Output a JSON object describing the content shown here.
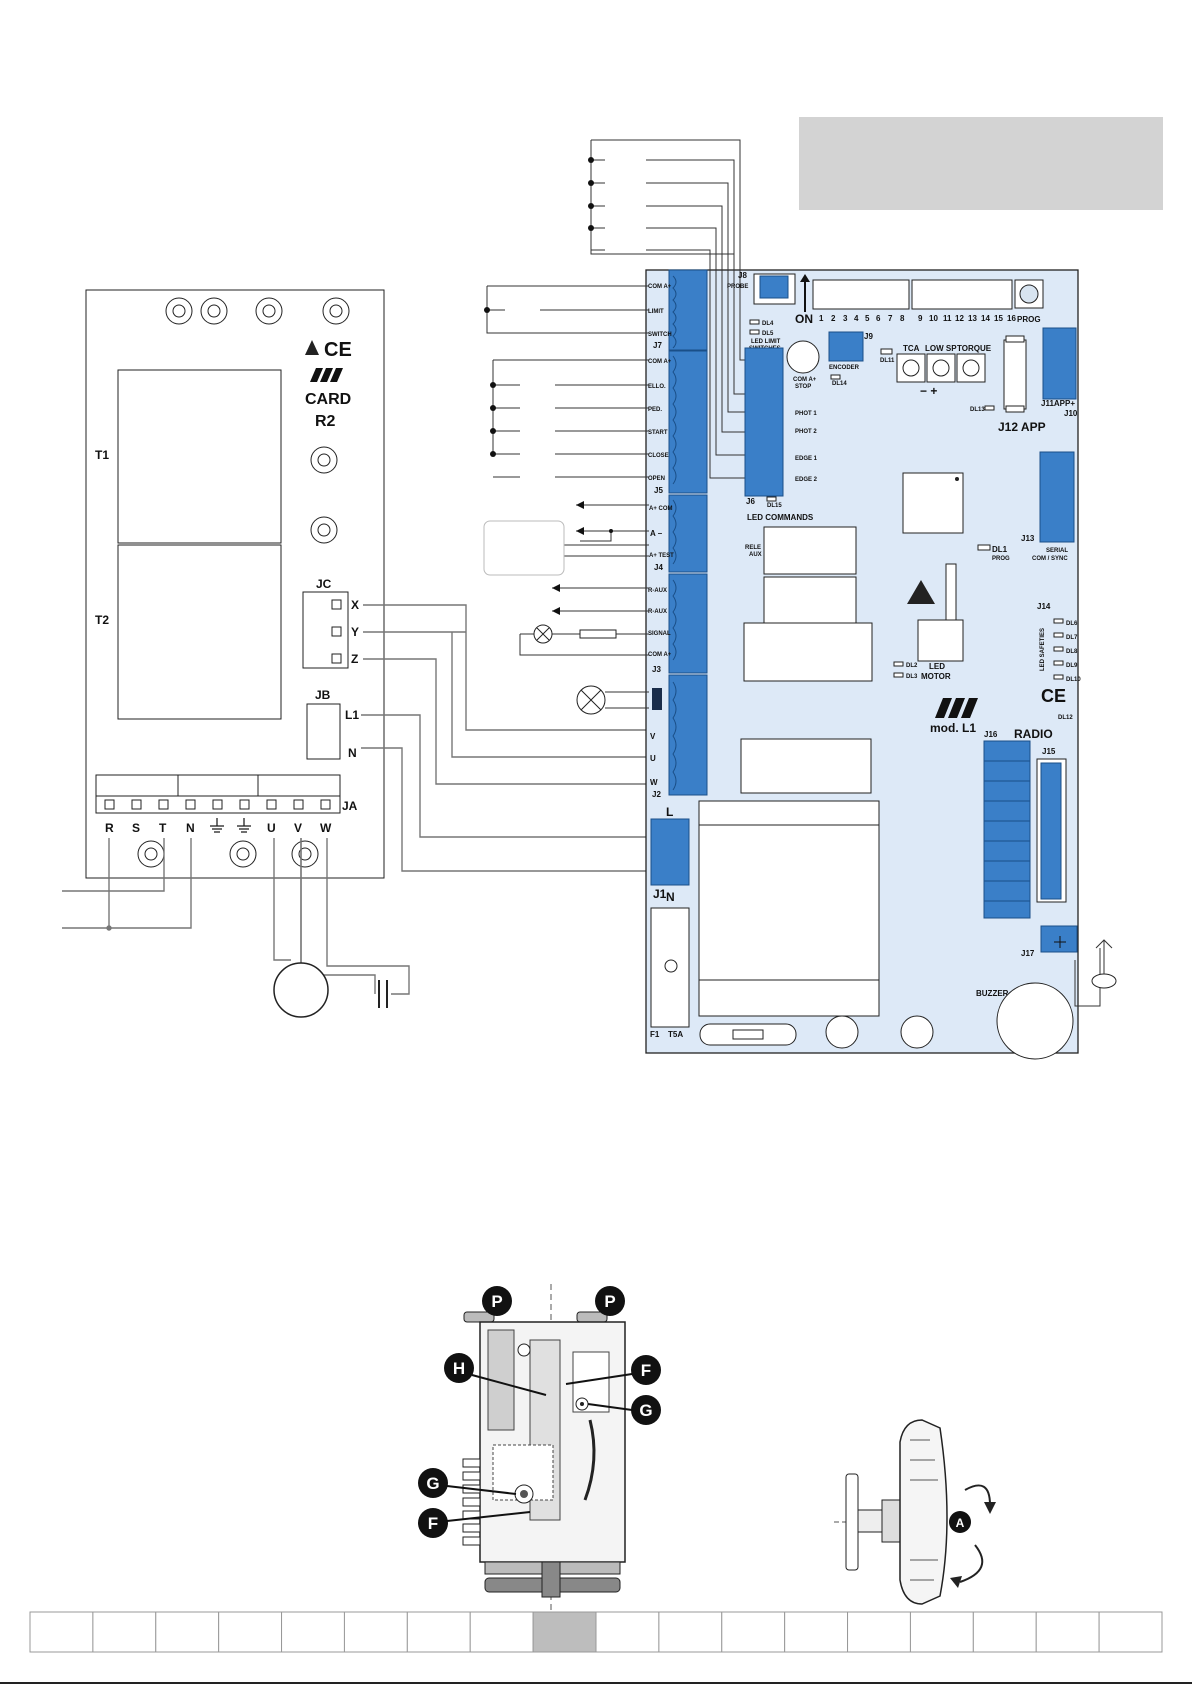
{
  "header_box": {
    "color": "#d3d3d3"
  },
  "card": {
    "title_line1": "CARD",
    "title_line2": "R2",
    "t1": "T1",
    "t2": "T2",
    "jc": "JC",
    "jb": "JB",
    "ja": "JA",
    "jc_pins": [
      "X",
      "Y",
      "Z"
    ],
    "jb_pins": [
      "L1",
      "N"
    ],
    "ja_pins": [
      "R",
      "S",
      "T",
      "N",
      "",
      "",
      "U",
      "V",
      "W"
    ]
  },
  "board": {
    "color": "#dde9f7",
    "terminal_color": "#3a7fc8",
    "model": "mod. L1",
    "j8": "J8",
    "probe": "PROBE",
    "on": "ON",
    "dip": [
      "1",
      "2",
      "3",
      "4",
      "5",
      "6",
      "7",
      "8",
      "9",
      "10",
      "11",
      "12",
      "13",
      "14",
      "15",
      "16"
    ],
    "prog": "PROG",
    "j9": "J9",
    "encoder": "ENCODER",
    "pots": [
      "TCA",
      "LOW SP",
      "TORQUE"
    ],
    "pot_sign": "−       +",
    "j10": "J10",
    "j11": "J11APP+",
    "j12": "J12 APP",
    "j13": "J13",
    "serial": "SERIAL",
    "comsync": "COM / SYNC",
    "j14": "J14",
    "led_safeties": "LED SAFETIES",
    "dl_safeties": [
      "DL6",
      "DL7",
      "DL8",
      "DL9",
      "DL10"
    ],
    "dl1": "DL1",
    "dl1_sub": "PROG",
    "dl11": "DL11",
    "dl12": "DL12",
    "dl13": "DL13",
    "dl14": "DL14",
    "dl15": "DL15",
    "dl4": "DL4",
    "dl5": "DL5",
    "dl2": "DL2",
    "dl3": "DL3",
    "led_limit": "LED LIMIT",
    "switches": "SWITCHES",
    "com_stop": "COM A+",
    "stop": "STOP",
    "j6_labels": [
      "PHOT 1",
      "PHOT 2",
      "EDGE 1",
      "EDGE 2"
    ],
    "j6": "J6",
    "led_commands": "LED COMMANDS",
    "rele": "RELE",
    "aux": "AUX",
    "led_motor_1": "LED",
    "led_motor_2": "MOTOR",
    "radio": "RADIO",
    "j15": "J15",
    "j16": "J16",
    "j17": "J17",
    "buzzer": "BUZZER",
    "l": "L",
    "n": "N",
    "j1": "J1",
    "f1": "F1",
    "t5a": "T5A",
    "j7": "J7",
    "j7_labels": [
      "COM A+",
      "LIMIT",
      "SWITCH"
    ],
    "j5": "J5",
    "j5_labels": [
      "COM A+",
      "ELLO.",
      "PED.",
      "START",
      "CLOSE",
      "OPEN"
    ],
    "j4": "J4",
    "j4_labels": [
      "A+ COM",
      "A –",
      "A+ TEST"
    ],
    "j3": "J3",
    "j3_labels": [
      "R-AUX",
      "R-AUX",
      "SIGNAL",
      "COM A+"
    ],
    "j2": "J2",
    "j2_labels": [
      "V",
      "U",
      "W"
    ]
  },
  "callouts": {
    "p1": "P",
    "p2": "P",
    "h": "H",
    "f1": "F",
    "g1": "G",
    "g2": "G",
    "f2": "F",
    "a": "A"
  },
  "footer": {
    "cells": 18,
    "active_index": 8,
    "active_color": "#bdbdbd"
  }
}
